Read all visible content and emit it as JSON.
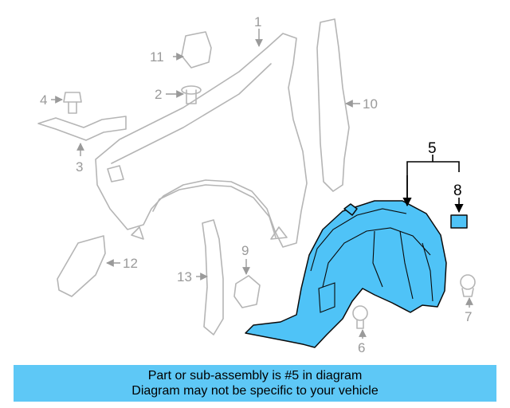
{
  "callouts": {
    "c1": "1",
    "c2": "2",
    "c3": "3",
    "c4": "4",
    "c5": "5",
    "c6": "6",
    "c7": "7",
    "c8": "8",
    "c9": "9",
    "c10": "10",
    "c11": "11",
    "c12": "12",
    "c13": "13"
  },
  "highlight_color": "#4fc3f7",
  "banner": {
    "line1": "Part or sub-assembly is #5 in diagram",
    "line2": "Diagram may not be specific to your vehicle",
    "color": "#5ec8f6"
  }
}
